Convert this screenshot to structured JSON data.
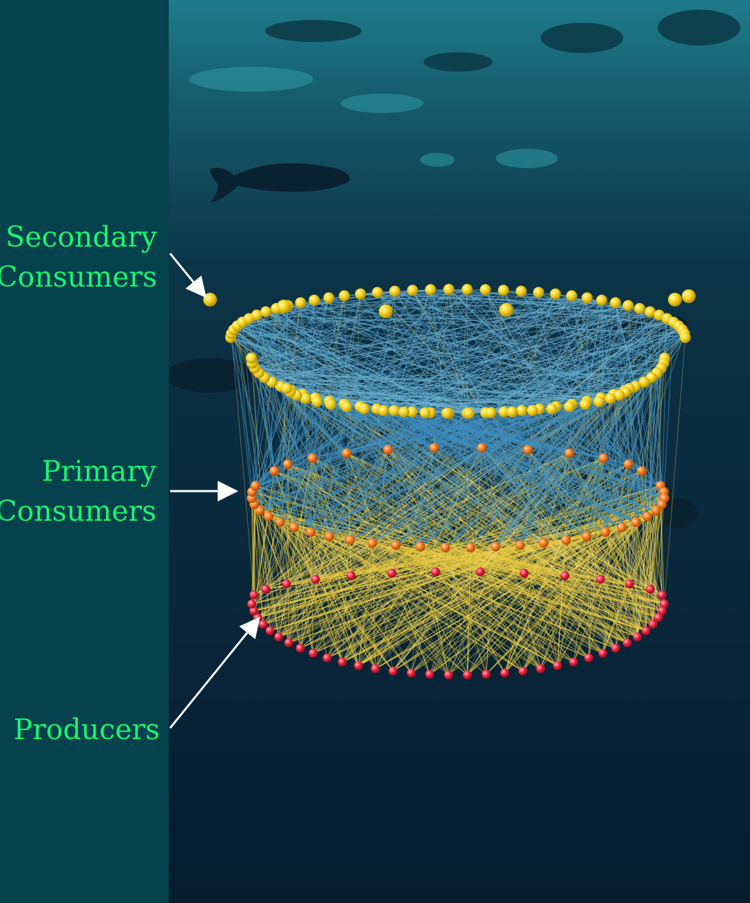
{
  "labels": {
    "secondary_line1": "Secondary",
    "secondary_line2": "Consumers",
    "primary_line1": "Primary",
    "primary_line2": "Consumers",
    "producers": "Producers"
  },
  "colors": {
    "panel": "#05424d",
    "label_text": "#19f56f",
    "arrow": "#ffffff",
    "secondary_node": "#f2d11c",
    "primary_node": "#f07a1e",
    "producer_node": "#e8233e",
    "secondary_link": "#3f8fc2",
    "producer_link": "#e8c73a"
  },
  "diagram": {
    "type": "food-web",
    "trophic_levels": [
      "producers",
      "primary consumers",
      "secondary consumers"
    ]
  }
}
